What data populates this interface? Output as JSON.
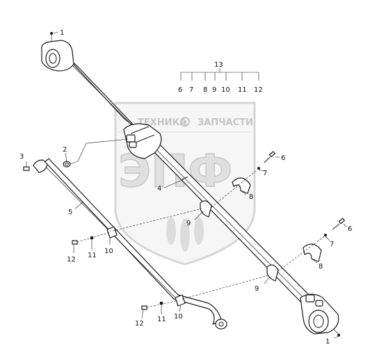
{
  "watermark": {
    "brand_top": "ТЕХНИКА",
    "brand_bottom": "ЗАПЧАСТИ",
    "logo_letters": "ЭПФ"
  },
  "callouts": {
    "c1_top": "1",
    "c1_bottom": "1",
    "c2": "2",
    "c3": "3",
    "c4": "4",
    "c5": "5",
    "c6_a": "6",
    "c6_b": "6",
    "c7_a": "7",
    "c7_b": "7",
    "c8_a": "8",
    "c8_b": "8",
    "c9_a": "9",
    "c9_b": "9",
    "c10_a": "10",
    "c10_b": "10",
    "c11_a": "11",
    "c11_b": "11",
    "c12_a": "12",
    "c12_b": "12",
    "c13": "13",
    "group13": [
      "6",
      "7",
      "8",
      "9",
      "10",
      "11",
      "12"
    ]
  }
}
